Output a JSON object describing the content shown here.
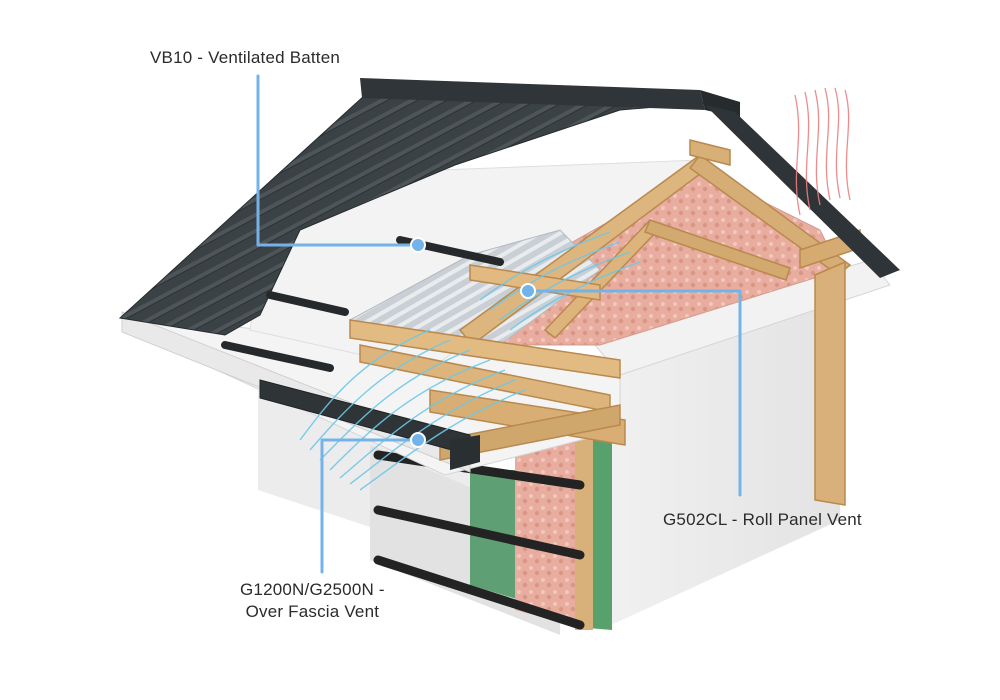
{
  "labels": {
    "vb10": "VB10 - Ventilated Batten",
    "g502cl": "G502CL - Roll Panel Vent",
    "g1200_line1": "G1200N/G2500N -",
    "g1200_line2": "Over Fascia Vent"
  },
  "colors": {
    "roof_sheet": "#3a4145",
    "callout_line": "#74b3ea",
    "timber": "#d9b27a",
    "insulation": "#e9b3a8",
    "membrane_green": "#5aa06e",
    "wall": "#eeeeee",
    "airflow_cool": "#6ec7e6",
    "airflow_warm": "#ef7b7b"
  }
}
